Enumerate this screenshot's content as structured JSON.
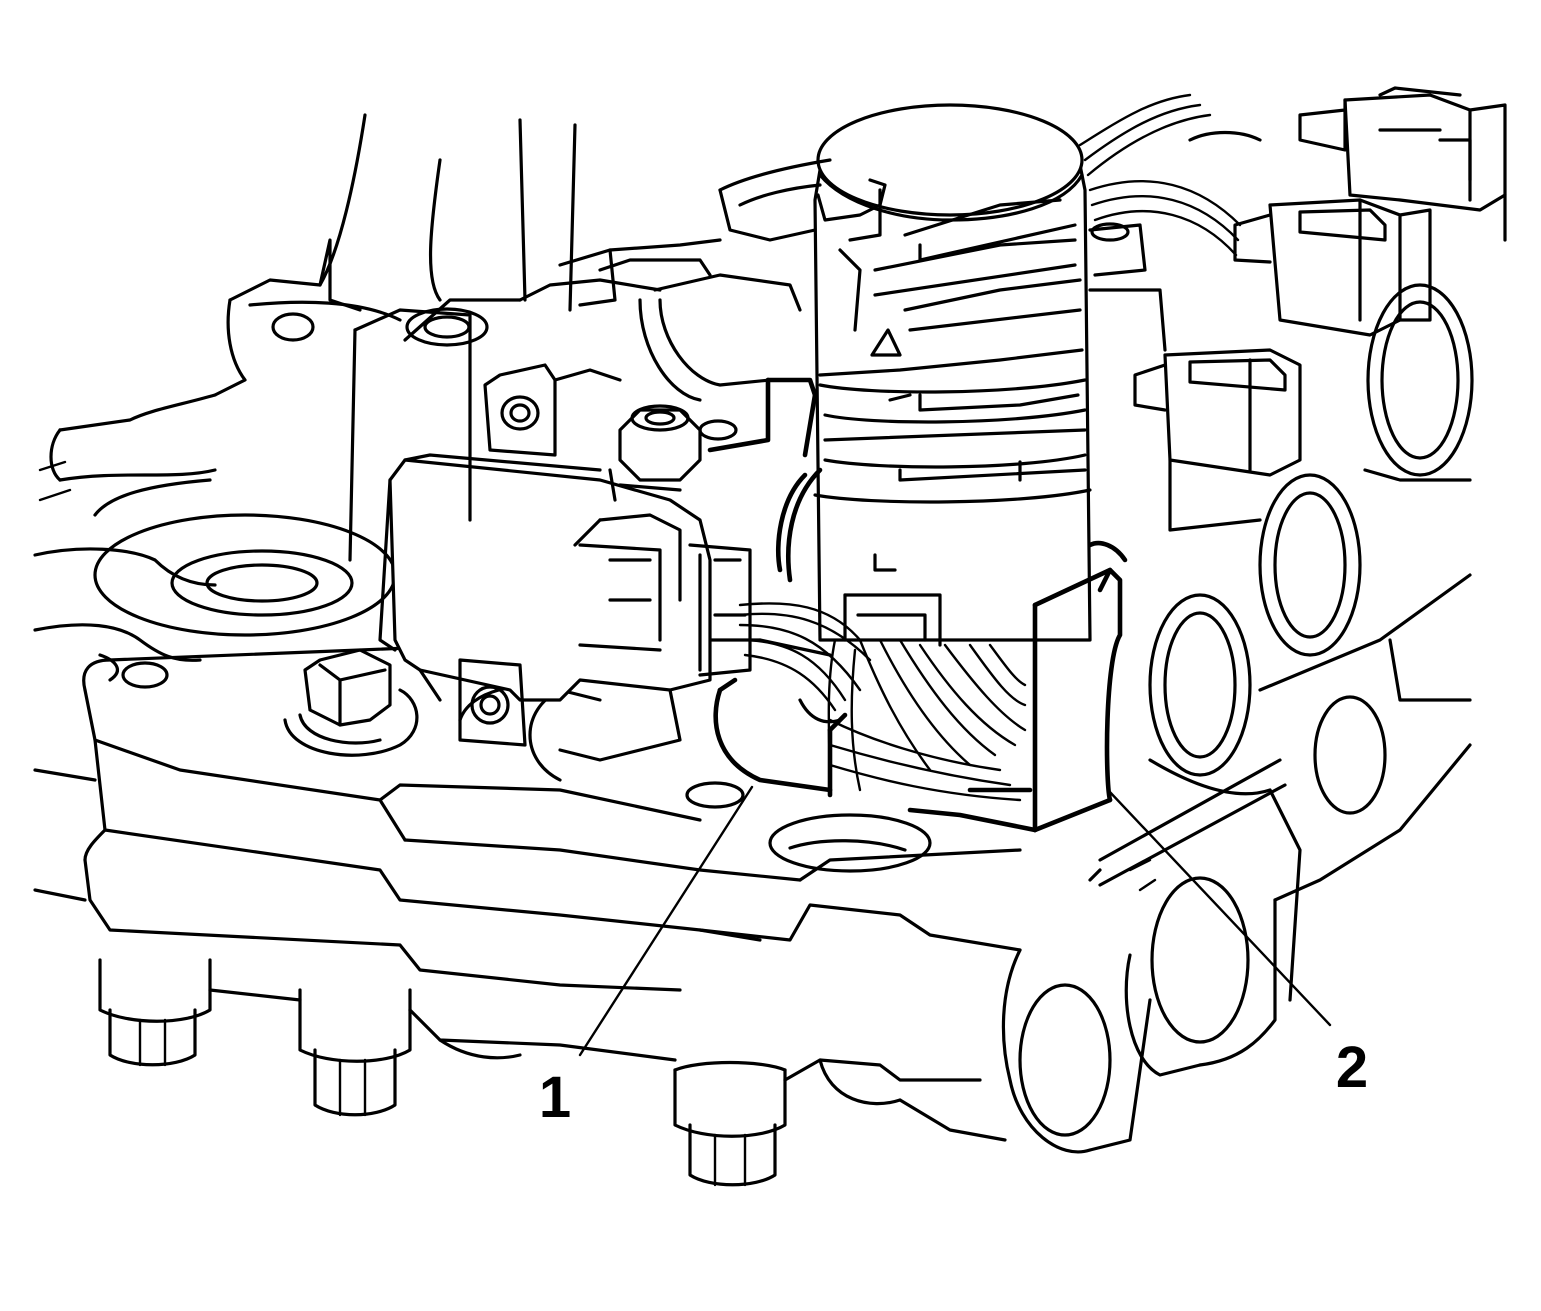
{
  "figure": {
    "type": "line-art technical illustration",
    "colors": {
      "stroke": "#000000",
      "background": "#ffffff"
    },
    "callouts": [
      {
        "id": "1",
        "label": "1"
      },
      {
        "id": "2",
        "label": "2"
      }
    ]
  }
}
